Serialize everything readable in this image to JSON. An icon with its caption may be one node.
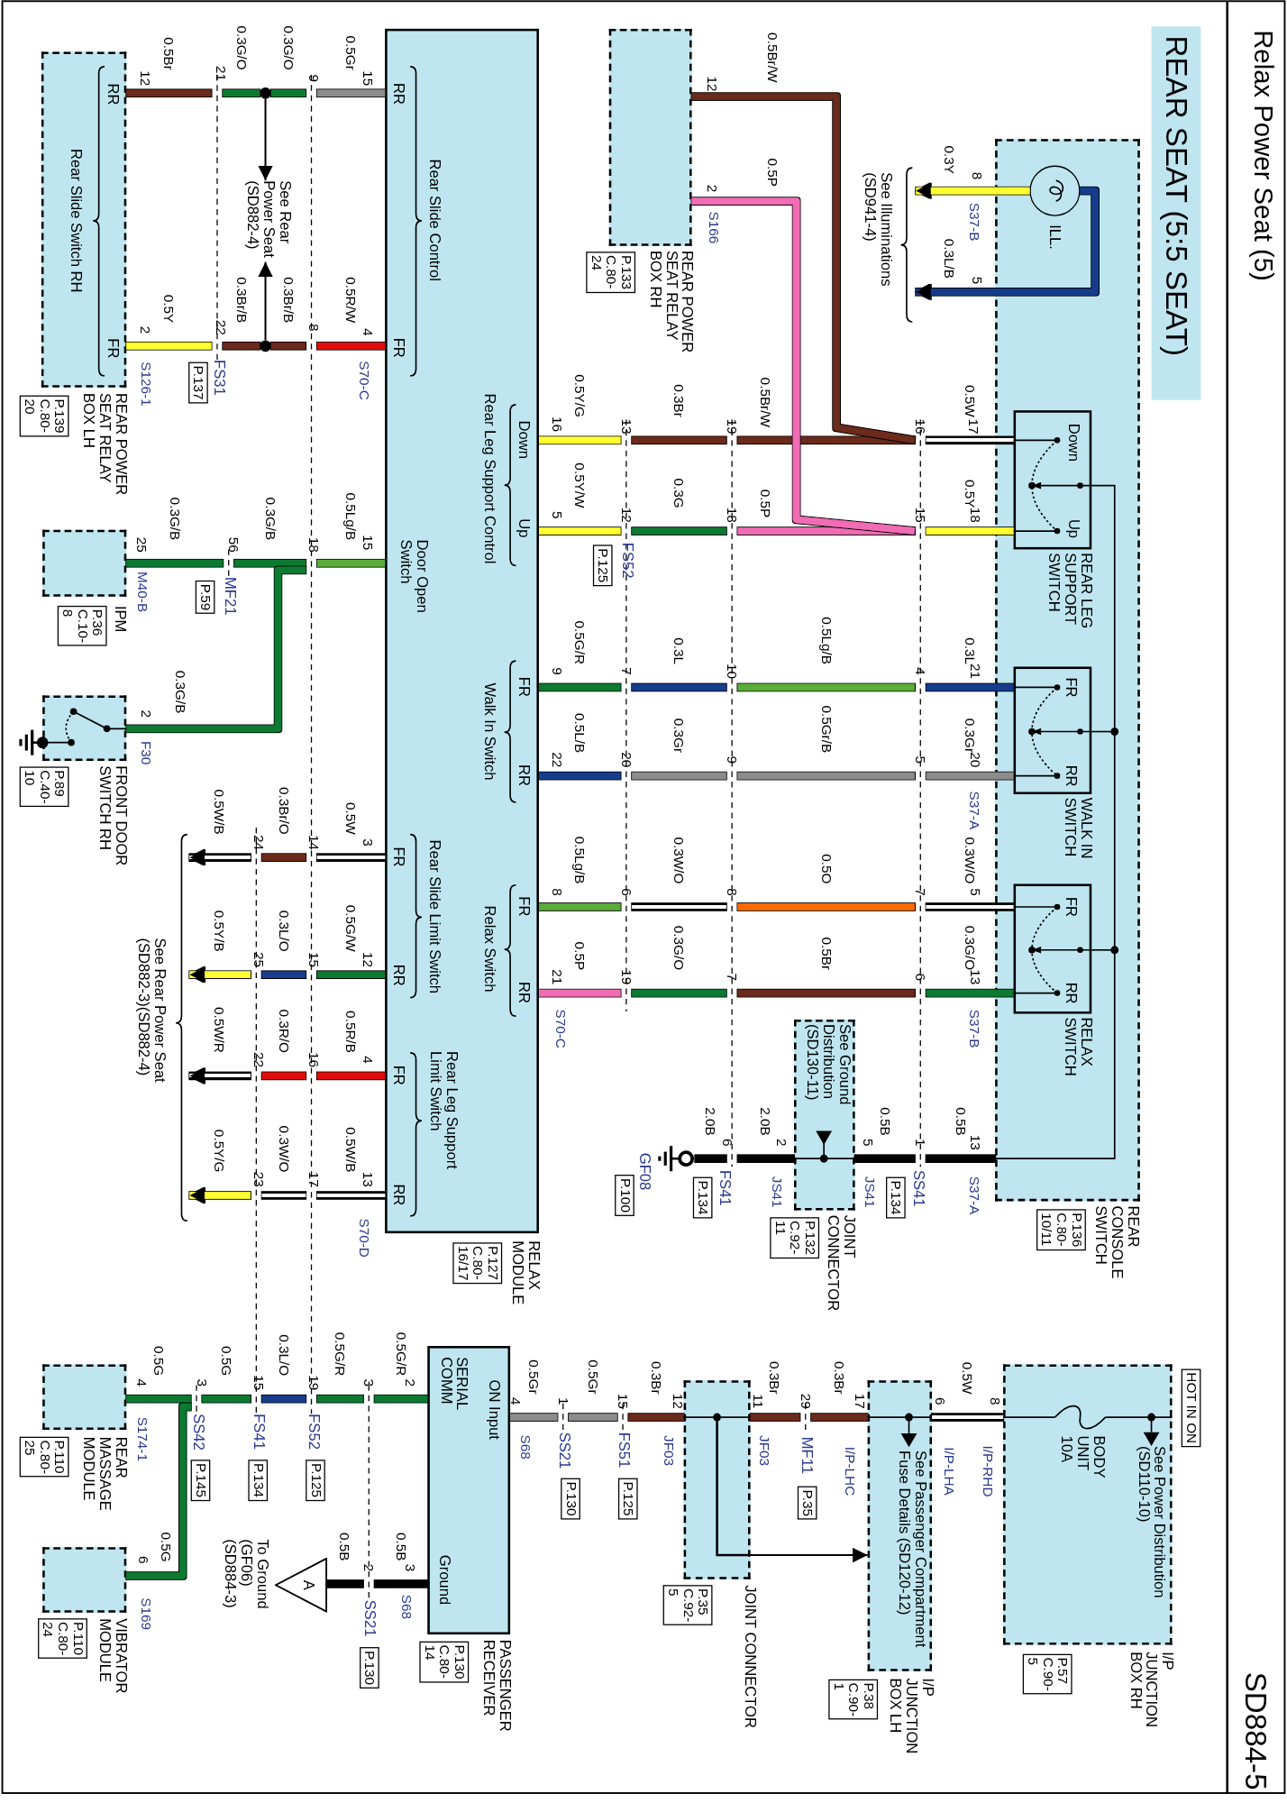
{
  "diagram": {
    "title": "Relax Power Seat (5)",
    "nodes": [
      {
        "text": [
          "REAR SEAT (5:5 SEAT)"
        ]
      },
      {
        "text": [
          "REAR CONSOLE SWITCH"
        ],
        "beside": [
          "P.136 C.80-10/11"
        ]
      },
      {
        "text": [
          "ILL."
        ],
        "in": 1
      },
      {
        "text": [
          "REAR LEG SUPPORT SWITCH",
          "Down",
          "Up"
        ],
        "in": 1
      },
      {
        "text": [
          "WALK IN SWITCH",
          "FR",
          "RR"
        ],
        "in": 1
      },
      {
        "text": [
          "RELAX SWITCH",
          "FR",
          "RR"
        ],
        "in": 1
      },
      {
        "text": [
          "REAR POWER SEAT RELAY BOX RH"
        ],
        "beside": [
          "P.133 C.80-24"
        ]
      },
      {
        "text": [
          "Rear Slide Control",
          "RR",
          "FR",
          "Rear Leg Support Control",
          "Down",
          "Up",
          "Door Open Switch",
          "Walk In Switch",
          "FR",
          "RR",
          "Rear Slide Limit Switch",
          "FR",
          "RR",
          "Relax Switch",
          "FR",
          "RR",
          "Rear Leg Support Limit Switch",
          "FR",
          "RR",
          "RELAX MODULE"
        ],
        "beside": [
          "P.127 C.80-16/17"
        ]
      },
      {
        "text": [
          "Rear Slide Switch RH",
          "RR",
          "FR",
          "REAR POWER SEAT RELAY BOX LH"
        ],
        "beside": [
          "P.139 C.80-20"
        ]
      },
      {
        "text": [
          "IPM"
        ],
        "beside": [
          "P.36 C.10-8"
        ]
      },
      {
        "text": [
          "FRONT DOOR SWITCH RH"
        ],
        "beside": [
          "P.89 C.40-10"
        ]
      },
      {
        "text": [
          "REAR MASSAGE MODULE"
        ],
        "beside": [
          "P.110 C.80-25"
        ]
      },
      {
        "text": [
          "VIBRATOR MODULE"
        ],
        "beside": [
          "P.110 C.80-24"
        ]
      },
      {
        "text": [
          "ON Input",
          "SERIAL COMM",
          "Ground",
          "PASSENGER RECEIVER"
        ],
        "beside": [
          "P.130 C.80-14"
        ]
      },
      {
        "text": [
          "See Ground Distribution (SD130-11)",
          "JOINT CONNECTOR"
        ],
        "beside": [
          "P.132 C.92-11"
        ]
      },
      {
        "text": [
          "JOINT CONNECTOR"
        ],
        "beside": [
          "P.35 C.92-5"
        ]
      },
      {
        "text": [
          "See Passenger Compartment Fuse Details (SD120-12)",
          "I/P JUNCTION BOX LH"
        ],
        "beside": [
          "P.38 C.90-1"
        ]
      },
      {
        "text": [
          "BODY UNIT 10A",
          "See Power Distribution (SD110-10)",
          "HOT IN ON",
          "I/P JUNCTION BOX RH"
        ],
        "beside": [
          "P.57 C.90-5"
        ]
      },
      {
        "text": [
          "GF08"
        ],
        "beside": [
          "P.100"
        ]
      },
      {
        "text": [
          "A"
        ],
        "beside": [
          "To Ground (GF06) (SD884-3)"
        ]
      },
      {
        "text": [
          "See Illuminations (SD941-4)"
        ]
      },
      {
        "text": [
          "See Rear Power Seat (SD882-4)"
        ]
      },
      {
        "text": [],
        "shape": "circle"
      },
      {
        "text": [],
        "shape": "circle"
      },
      {
        "text": [
          "See Rear Power Seat (SD882-3)(SD882-4)"
        ]
      },
      {
        "text": [
          "SS41"
        ],
        "beside": [
          "P.134"
        ]
      },
      {
        "text": [
          "FS41"
        ],
        "beside": [
          "P.134"
        ]
      },
      {
        "text": [
          "FS52"
        ],
        "beside": [
          "P.125"
        ]
      },
      {
        "text": [
          "FS52"
        ],
        "beside": [
          "P.125"
        ]
      },
      {
        "text": [
          "FS41"
        ],
        "beside": [
          "P.134"
        ]
      },
      {
        "text": [
          "FS31"
        ],
        "beside": [
          "P.137"
        ]
      },
      {
        "text": [
          "MF21"
        ],
        "beside": [
          "P.59"
        ]
      },
      {
        "text": [
          "SS42"
        ],
        "beside": [
          "P.145"
        ]
      },
      {
        "text": [
          "SS21"
        ],
        "beside": [
          "P.130"
        ]
      },
      {
        "text": [
          "SS21"
        ],
        "beside": [
          "P.130"
        ]
      },
      {
        "text": [
          "FS51"
        ],
        "beside": [
          "P.125"
        ]
      },
      {
        "text": [
          "MF11"
        ],
        "beside": [
          "P.35"
        ]
      }
    ],
    "edges": [
      {
        "from": 2,
        "to": 20,
        "arrow": "to",
        "label": "0.3Y",
        "color": "#ffff33"
      },
      {
        "from": 2,
        "to": 20,
        "arrow": "to",
        "label": "0.3L/B",
        "color": "#183c8c"
      },
      {
        "from": 3,
        "to": 25,
        "arrow": "none",
        "label": "0.5W",
        "color": "#ffffff"
      },
      {
        "from": 25,
        "to": 26,
        "arrow": "none",
        "label": "0.5Br/W",
        "color": "#6b2a1a"
      },
      {
        "from": 26,
        "to": 27,
        "arrow": "none",
        "label": "0.3Br",
        "color": "#6b2a1a"
      },
      {
        "from": 27,
        "to": 7,
        "arrow": "none",
        "label": "0.5Y/G",
        "color": "#ffff33"
      },
      {
        "from": 3,
        "to": 25,
        "arrow": "none",
        "label": "0.5Y",
        "color": "#ffff33"
      },
      {
        "from": 25,
        "to": 26,
        "arrow": "none",
        "label": "0.5P",
        "color": "#f06cb4"
      },
      {
        "from": 26,
        "to": 27,
        "arrow": "none",
        "label": "0.3G",
        "color": "#0b7a32"
      },
      {
        "from": 27,
        "to": 7,
        "arrow": "none",
        "label": "0.5Y/W",
        "color": "#ffff33"
      },
      {
        "from": 4,
        "to": 25,
        "arrow": "none",
        "label": "0.3L",
        "color": "#183c8c"
      },
      {
        "from": 25,
        "to": 26,
        "arrow": "none",
        "label": "0.5Lg/B",
        "color": "#5aac3a"
      },
      {
        "from": 26,
        "to": 27,
        "arrow": "none",
        "label": "0.3L",
        "color": "#183c8c"
      },
      {
        "from": 27,
        "to": 7,
        "arrow": "none",
        "label": "0.5G/R",
        "color": "#0b7a32"
      },
      {
        "from": 4,
        "to": 25,
        "arrow": "none",
        "label": "0.3Gr",
        "color": "#8c8c8c"
      },
      {
        "from": 25,
        "to": 26,
        "arrow": "none",
        "label": "0.5Gr/B",
        "color": "#8c8c8c"
      },
      {
        "from": 26,
        "to": 27,
        "arrow": "none",
        "label": "0.3Gr",
        "color": "#8c8c8c"
      },
      {
        "from": 27,
        "to": 7,
        "arrow": "none",
        "label": "0.5L/B",
        "color": "#183c8c"
      },
      {
        "from": 5,
        "to": 25,
        "arrow": "none",
        "label": "0.3W/O",
        "color": "#ffffff"
      },
      {
        "from": 25,
        "to": 26,
        "arrow": "none",
        "label": "0.5O",
        "color": "#ff6a00"
      },
      {
        "from": 26,
        "to": 27,
        "arrow": "none",
        "label": "0.3W/O",
        "color": "#ffffff"
      },
      {
        "from": 27,
        "to": 7,
        "arrow": "none",
        "label": "0.5Lg/B",
        "color": "#5aac3a"
      },
      {
        "from": 5,
        "to": 25,
        "arrow": "none",
        "label": "0.3G/O",
        "color": "#0b7a32"
      },
      {
        "from": 25,
        "to": 26,
        "arrow": "none",
        "label": "0.5Br",
        "color": "#6b2a1a"
      },
      {
        "from": 26,
        "to": 27,
        "arrow": "none",
        "label": "0.3G/O",
        "color": "#0b7a32"
      },
      {
        "from": 27,
        "to": 7,
        "arrow": "none",
        "label": "0.5P",
        "color": "#f06cb4"
      },
      {
        "from": 6,
        "to": 25,
        "arrow": "none",
        "label": "0.5Br/W",
        "color": "#6b2a1a"
      },
      {
        "from": 6,
        "to": 25,
        "arrow": "none",
        "label": "0.5P",
        "color": "#f06cb4"
      },
      {
        "from": 1,
        "to": 25,
        "arrow": "none",
        "label": "0.5B",
        "color": "#000000"
      },
      {
        "from": 25,
        "to": 14,
        "arrow": "none",
        "label": "0.5B",
        "color": "#000000"
      },
      {
        "from": 14,
        "to": 26,
        "arrow": "none",
        "label": "2.0B",
        "color": "#000000"
      },
      {
        "from": 26,
        "to": 18,
        "arrow": "none",
        "label": "2.0B",
        "color": "#000000"
      },
      {
        "from": 7,
        "to": 28,
        "arrow": "none",
        "label": "0.5Gr",
        "color": "#8c8c8c"
      },
      {
        "from": 28,
        "to": 22,
        "arrow": "none",
        "label": "0.3G/O",
        "color": "#0b7a32"
      },
      {
        "from": 22,
        "to": 30,
        "arrow": "none",
        "label": "0.3G/O",
        "color": "#0b7a32"
      },
      {
        "from": 30,
        "to": 8,
        "arrow": "none",
        "label": "0.5Br",
        "color": "#6b2a1a"
      },
      {
        "from": 7,
        "to": 28,
        "arrow": "none",
        "label": "0.5R/W",
        "color": "#e01010"
      },
      {
        "from": 28,
        "to": 23,
        "arrow": "none",
        "label": "0.3Br/B",
        "color": "#6b2a1a"
      },
      {
        "from": 23,
        "to": 30,
        "arrow": "none",
        "label": "0.3Br/B",
        "color": "#6b2a1a"
      },
      {
        "from": 30,
        "to": 8,
        "arrow": "none",
        "label": "0.5Y",
        "color": "#ffff33"
      },
      {
        "from": 22,
        "to": 21,
        "arrow": "to",
        "color": "#000000"
      },
      {
        "from": 23,
        "to": 21,
        "arrow": "to",
        "color": "#000000"
      },
      {
        "from": 7,
        "to": 28,
        "arrow": "none",
        "label": "0.5Lg/B",
        "color": "#5aac3a"
      },
      {
        "from": 28,
        "to": 31,
        "arrow": "none",
        "label": "0.3G/B",
        "color": "#0b7a32"
      },
      {
        "from": 31,
        "to": 9,
        "arrow": "none",
        "label": "0.3G/B",
        "color": "#0b7a32"
      },
      {
        "from": 28,
        "to": 10,
        "arrow": "none",
        "label": "0.3G/B",
        "color": "#0b7a32"
      },
      {
        "from": 7,
        "to": 28,
        "arrow": "none",
        "label": "0.5W",
        "color": "#ffffff"
      },
      {
        "from": 28,
        "to": 29,
        "arrow": "none",
        "label": "0.3Br/O",
        "color": "#6b2a1a"
      },
      {
        "from": 29,
        "to": 24,
        "arrow": "to",
        "label": "0.5W/B",
        "color": "#ffffff"
      },
      {
        "from": 7,
        "to": 28,
        "arrow": "none",
        "label": "0.5G/W",
        "color": "#0b7a32"
      },
      {
        "from": 28,
        "to": 29,
        "arrow": "none",
        "label": "0.3L/O",
        "color": "#183c8c"
      },
      {
        "from": 29,
        "to": 24,
        "arrow": "to",
        "label": "0.5Y/B",
        "color": "#ffff33"
      },
      {
        "from": 7,
        "to": 28,
        "arrow": "none",
        "label": "0.5R/B",
        "color": "#e01010"
      },
      {
        "from": 28,
        "to": 29,
        "arrow": "none",
        "label": "0.3R/O",
        "color": "#e01010"
      },
      {
        "from": 29,
        "to": 24,
        "arrow": "to",
        "label": "0.5W/R",
        "color": "#ffffff"
      },
      {
        "from": 7,
        "to": 28,
        "arrow": "none",
        "label": "0.5W/B",
        "color": "#ffffff"
      },
      {
        "from": 28,
        "to": 29,
        "arrow": "none",
        "label": "0.3W/O",
        "color": "#ffffff"
      },
      {
        "from": 29,
        "to": 24,
        "arrow": "to",
        "label": "0.5Y/G",
        "color": "#ffff33"
      },
      {
        "from": 13,
        "to": 33,
        "arrow": "none",
        "label": "0.5G/R",
        "color": "#0b7a32"
      },
      {
        "from": 33,
        "to": 28,
        "arrow": "none",
        "label": "0.5G/R",
        "color": "#0b7a32"
      },
      {
        "from": 28,
        "to": 29,
        "arrow": "none",
        "label": "0.3L/O",
        "color": "#183c8c"
      },
      {
        "from": 29,
        "to": 32,
        "arrow": "none",
        "label": "0.5G",
        "color": "#0b7a32"
      },
      {
        "from": 32,
        "to": 11,
        "arrow": "none",
        "label": "0.5G",
        "color": "#0b7a32"
      },
      {
        "from": 32,
        "to": 12,
        "arrow": "none",
        "label": "0.5G",
        "color": "#0b7a32"
      },
      {
        "from": 13,
        "to": 33,
        "arrow": "none",
        "label": "0.5B",
        "color": "#000000"
      },
      {
        "from": 33,
        "to": 19,
        "arrow": "none",
        "label": "0.5B",
        "color": "#000000"
      },
      {
        "from": 13,
        "to": 34,
        "arrow": "none",
        "label": "0.5Gr",
        "color": "#8c8c8c"
      },
      {
        "from": 34,
        "to": 35,
        "arrow": "none",
        "label": "0.5Gr",
        "color": "#8c8c8c"
      },
      {
        "from": 35,
        "to": 15,
        "arrow": "none",
        "label": "0.3Br",
        "color": "#6b2a1a"
      },
      {
        "from": 15,
        "to": 36,
        "arrow": "none",
        "label": "0.3Br",
        "color": "#6b2a1a"
      },
      {
        "from": 36,
        "to": 16,
        "arrow": "none",
        "label": "0.3Br",
        "color": "#6b2a1a"
      },
      {
        "from": 16,
        "to": 17,
        "arrow": "none",
        "label": "0.5W",
        "color": "#ffffff"
      },
      {
        "from": 15,
        "to": 16,
        "arrow": "to",
        "color": "#000000"
      }
    ],
    "labels": [
      "SD884-5",
      "8",
      "S37-B",
      "5",
      "17",
      "18",
      "21",
      "20",
      "S37-A",
      "5",
      "13",
      "S37-B",
      "13",
      "S37-A",
      "16",
      "15",
      "4",
      "5",
      "7",
      "6",
      "1",
      "5",
      "JS41",
      "2",
      "JS41",
      "12",
      "2",
      "S166",
      "19",
      "18",
      "10",
      "9",
      "8",
      "7",
      "6",
      "13",
      "12",
      "7",
      "20",
      "6",
      "19",
      "16",
      "5",
      "9",
      "22",
      "8",
      "21",
      "S70-C",
      "15",
      "9",
      "21",
      "12",
      "4",
      "8",
      "22",
      "2",
      "S70-C",
      "S126-1",
      "15",
      "18",
      "56",
      "25",
      "M40-B",
      "2",
      "F30",
      "3",
      "14",
      "24",
      "12",
      "15",
      "25",
      "4",
      "16",
      "22",
      "13",
      "17",
      "23",
      "S70-D",
      "2",
      "3",
      "19",
      "15",
      "3",
      "4",
      "S174-1",
      "6",
      "S169",
      "3",
      "S68",
      "2",
      "4",
      "S68",
      "1",
      "15",
      "12",
      "JF03",
      "11",
      "JF03",
      "29",
      "17",
      "I/P-LHC",
      "6",
      "I/P-LHA",
      "8",
      "I/P-RHD"
    ]
  }
}
